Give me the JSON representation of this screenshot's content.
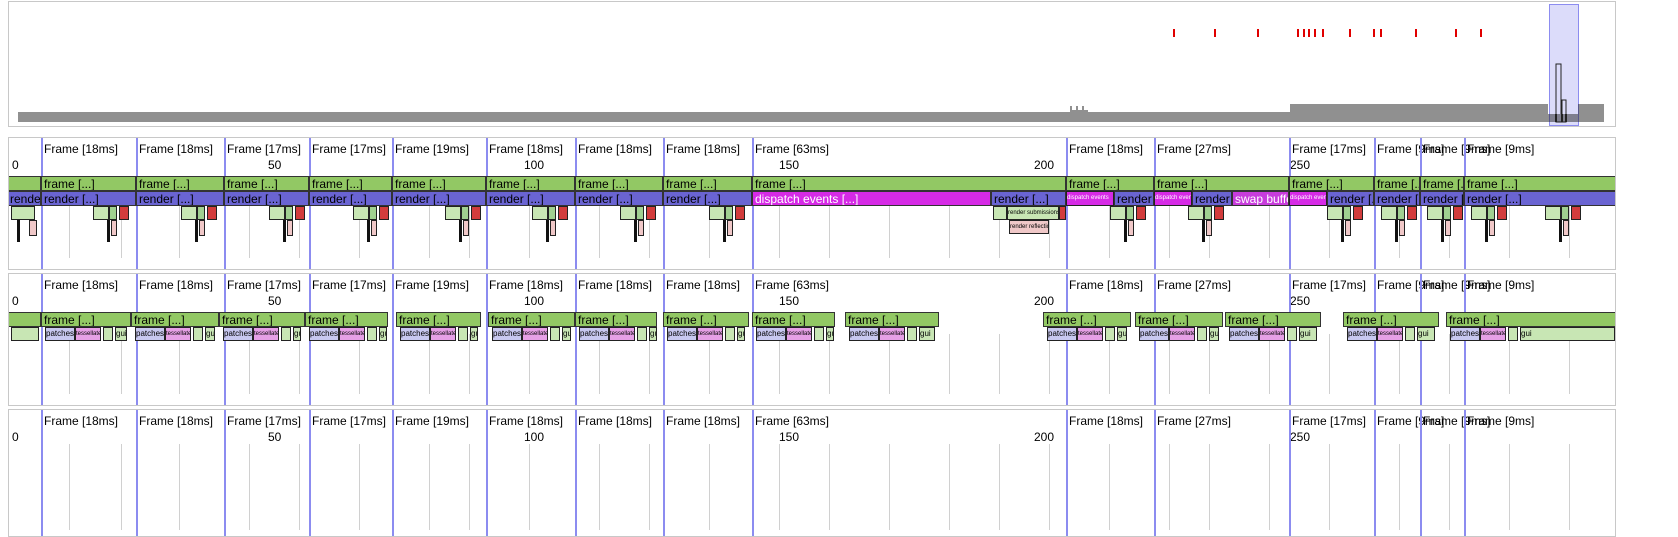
{
  "colors": {
    "frame_green": "#92c864",
    "render_blue": "#6a64d2",
    "dispatch_magenta": "#d62ae6",
    "swap_magenta": "#c83cdc",
    "patches_lavender": "#c8c8f0",
    "boundary_blue": "#8c8cf0",
    "overview_marker_red": "#e00000",
    "selection_fill": "#dcdcfa"
  },
  "axis_ticks": [
    {
      "label": "0",
      "value": 0
    },
    {
      "label": "50",
      "value": 50
    },
    {
      "label": "100",
      "value": 100
    },
    {
      "label": "150",
      "value": 150
    },
    {
      "label": "200",
      "value": 200
    },
    {
      "label": "250",
      "value": 250
    }
  ],
  "frames": [
    {
      "label": "Frame [18ms]"
    },
    {
      "label": "Frame [18ms]"
    },
    {
      "label": "Frame [17ms]"
    },
    {
      "label": "Frame [17ms]"
    },
    {
      "label": "Frame [19ms]"
    },
    {
      "label": "Frame [18ms]"
    },
    {
      "label": "Frame [18ms]"
    },
    {
      "label": "Frame [18ms]"
    },
    {
      "label": "Frame [63ms]"
    },
    {
      "label": "Frame [18ms]"
    },
    {
      "label": "Frame [27ms]"
    },
    {
      "label": "Frame [17ms]"
    },
    {
      "label": "Frame [9ms]"
    },
    {
      "label": "Frame [9ms]"
    },
    {
      "label": "Frame [9ms]"
    }
  ],
  "track1": {
    "frame_label": "frame [...]",
    "render_label": "render [...]",
    "dispatch_label": "dispatch events [...]",
    "dispatch_short_label": "dispatch events",
    "swap_label": "swap buffers",
    "render_submissions_label": "render submissions",
    "render_reflections_label": "render reflections"
  },
  "track2": {
    "frame_label": "frame [...]",
    "patches_label": "patches",
    "tessellate_label": "tessellate",
    "gui_label": "gui"
  }
}
